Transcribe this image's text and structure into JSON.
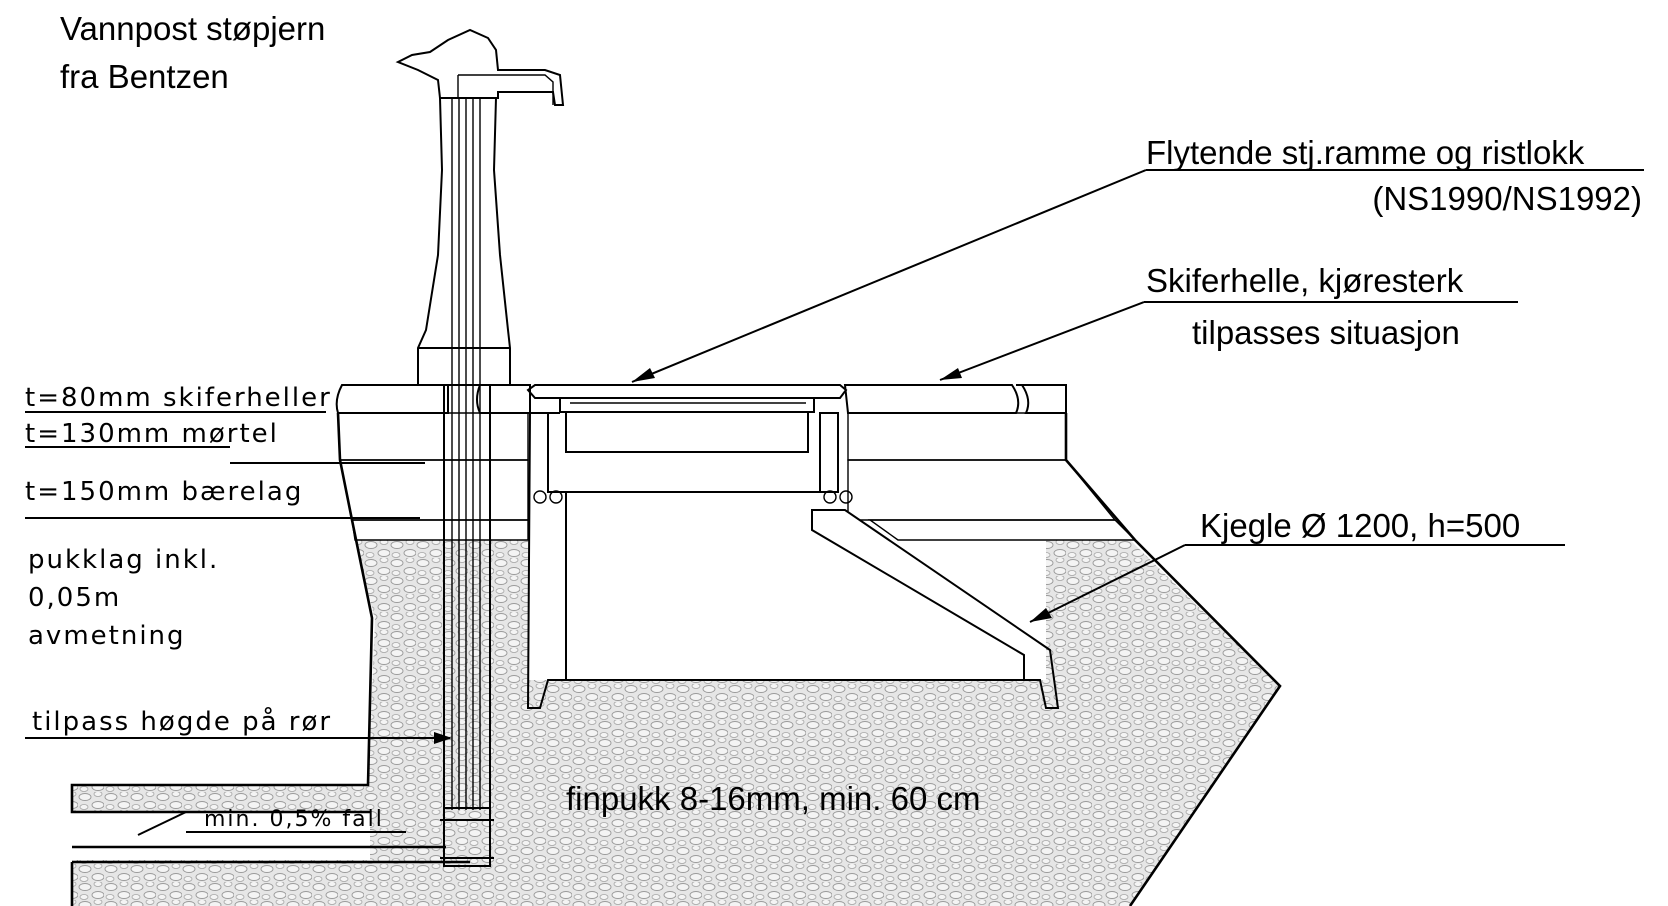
{
  "labels": {
    "hydrant": [
      "Vannpost støpjern",
      "fra Bentzen"
    ],
    "frame": [
      "Flytende stj.ramme og ristlokk",
      "(NS1990/NS1992)"
    ],
    "slab": [
      "Skiferhelle, kjøresterk",
      "tilpasses situasjon"
    ],
    "cone": "Kjegle Ø 1200, h=500",
    "layer_slate": "t=80mm skiferheller",
    "layer_mortar": "t=130mm mørtel",
    "layer_base": "t=150mm bærelag",
    "layer_gravel": [
      "pukklag inkl.",
      "0,05m",
      "avmetning"
    ],
    "pipe_height": "tilpass høgde på rør",
    "slope": "min. 0,5% fall",
    "fill": "finpukk 8-16mm, min. 60 cm"
  },
  "colors": {
    "line": "#000000",
    "gravel": "#e4e4e4",
    "mortar": "#d8d8d8"
  }
}
